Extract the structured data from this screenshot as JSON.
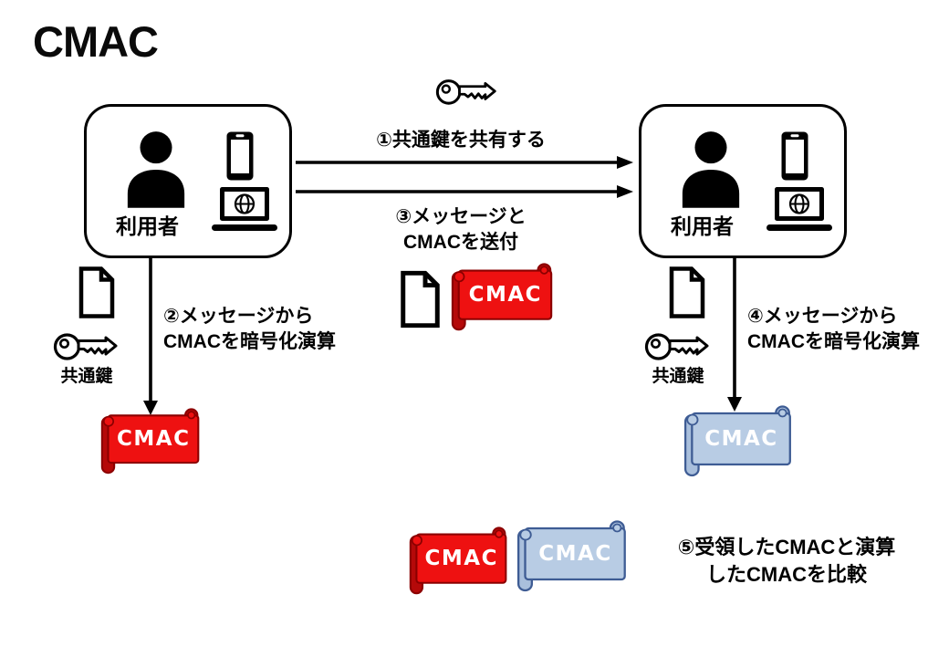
{
  "title": "CMAC",
  "actors": {
    "left": {
      "name": "利用者"
    },
    "right": {
      "name": "利用者"
    }
  },
  "steps": {
    "step1": "①共通鍵を共有する",
    "step2": [
      "②メッセージから",
      "CMACを暗号化演算"
    ],
    "step3": [
      "③メッセージと",
      "CMACを送付"
    ],
    "step4": [
      "④メッセージから",
      "CMACを暗号化演算"
    ],
    "step5": [
      "⑤受領したCMACと演算",
      "したCMACを比較"
    ]
  },
  "keys": {
    "left_label": "共通鍵",
    "right_label": "共通鍵"
  },
  "scrolls": {
    "center": "CMAC",
    "left_computed": "CMAC",
    "right_computed": "CMAC",
    "bottom_received": "CMAC",
    "bottom_computed": "CMAC"
  },
  "icons": {
    "shared_key": "key-icon",
    "message": "document-icon",
    "user": "person-icon",
    "phone": "smartphone-icon",
    "laptop": "laptop-globe-icon"
  },
  "colors": {
    "red_fill": "#EE1111",
    "red_roll": "#B50909",
    "red_stroke": "#8B0000",
    "blue_fill": "#B8CCE4",
    "blue_roll": "#A9BFDC",
    "blue_stroke": "#3E5C94",
    "ink": "#000000"
  }
}
